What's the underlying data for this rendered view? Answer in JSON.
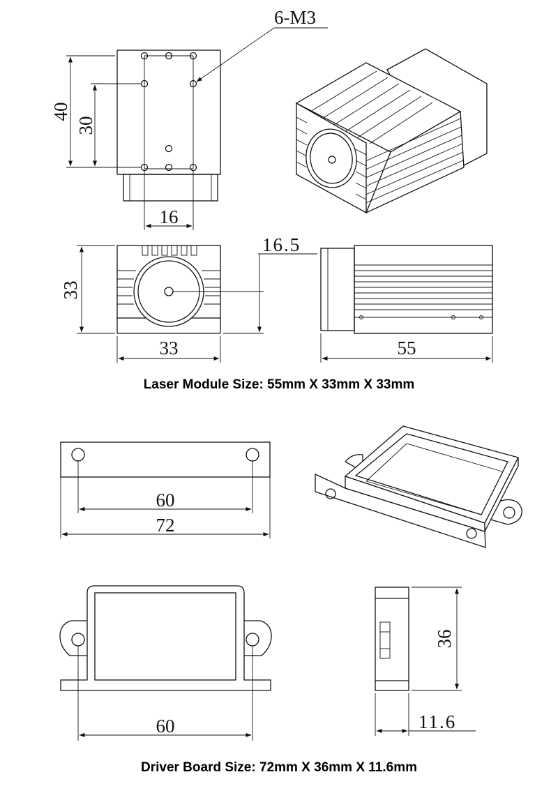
{
  "laser_module": {
    "caption": "Laser Module Size: 55mm X 33mm X 33mm",
    "dims": {
      "holes": "6-M3",
      "height_outer": "40",
      "height_inner": "30",
      "hole_spacing": "16",
      "front_height": "33",
      "front_width": "33",
      "center_offset": "16.5",
      "length": "55"
    }
  },
  "driver_board": {
    "caption": "Driver Board Size: 72mm X 36mm X 11.6mm",
    "dims": {
      "hole_spacing_top": "60",
      "overall_width": "72",
      "hole_spacing_front": "60",
      "height": "36",
      "thickness": "11.6"
    }
  }
}
